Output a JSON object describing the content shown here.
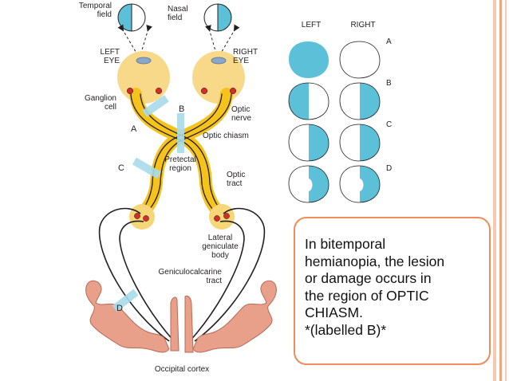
{
  "colors": {
    "accent": "#ef8c5a",
    "field": "#5bc0d8",
    "pathway": "#f6c21c",
    "eye_fill": "#f8d98a",
    "cortex": "#e8a08a",
    "lesion": "#a9dbea",
    "neuron": "#d62b2b"
  },
  "diagram": {
    "temporal_field": [
      "Temporal",
      "field"
    ],
    "nasal_field": [
      "Nasal",
      "field"
    ],
    "left_eye": [
      "LEFT",
      "EYE"
    ],
    "right_eye": [
      "RIGHT",
      "EYE"
    ],
    "ganglion_cell": [
      "Ganglion",
      "cell"
    ],
    "optic_nerve": [
      "Optic",
      "nerve"
    ],
    "optic_chiasm": "Optic chiasm",
    "pretectal_region": [
      "Pretectal",
      "region"
    ],
    "optic_tract": [
      "Optic",
      "tract"
    ],
    "lateral_geniculate_body": [
      "Lateral",
      "geniculate",
      "body"
    ],
    "geniculocalcarine_tract": [
      "Geniculocalcarine",
      "tract"
    ],
    "occipital_cortex": "Occipital cortex",
    "lesion_a": "A",
    "lesion_b": "B",
    "lesion_c": "C",
    "lesion_d": "D"
  },
  "fields_table": {
    "left_header": "LEFT",
    "right_header": "RIGHT",
    "rows": [
      {
        "label": "A",
        "left": "blind",
        "right": "normal"
      },
      {
        "label": "B",
        "left": "temporal half blind",
        "right": "temporal half blind"
      },
      {
        "label": "C",
        "left": "nasal half blind",
        "right": "temporal half blind"
      },
      {
        "label": "D",
        "left": "homonymous with macular sparing",
        "right": "homonymous with macular sparing"
      }
    ]
  },
  "callout": {
    "text": "In bitemporal\nhemianopia, the lesion\nor damage occurs in\nthe region of OPTIC\nCHIASM.\n*(labelled B)*"
  }
}
